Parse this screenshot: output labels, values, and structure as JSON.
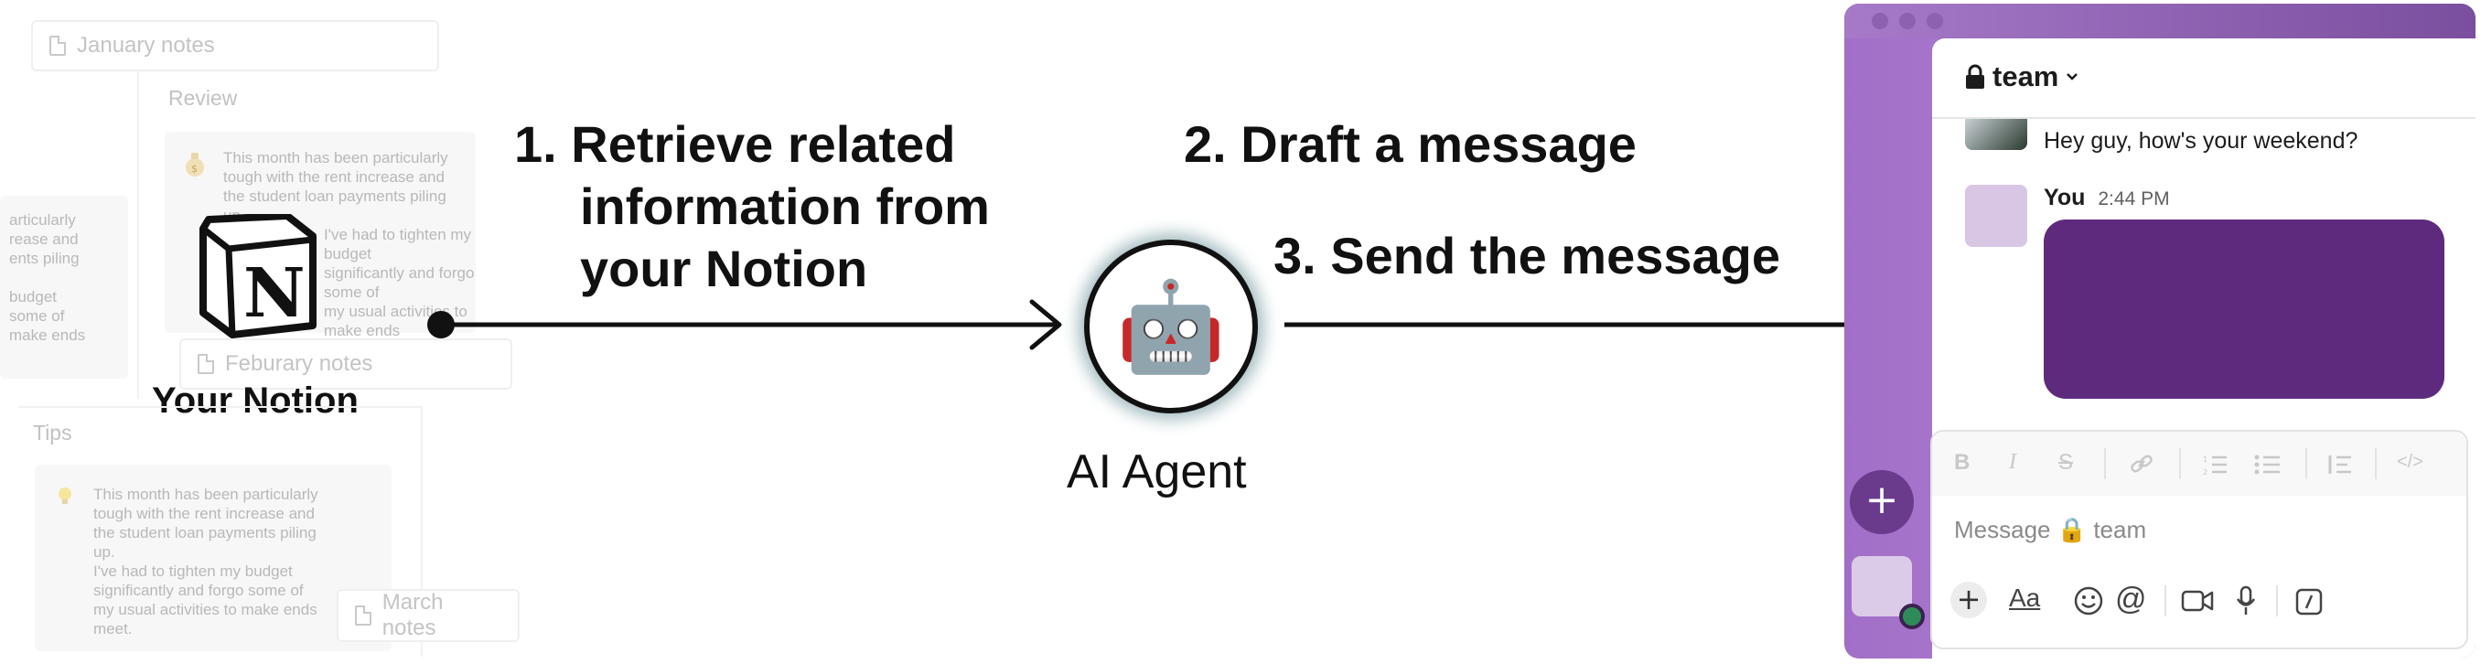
{
  "notion": {
    "note_january": "January notes",
    "note_february": "Feburary notes",
    "note_march": "March notes",
    "section_review": "Review",
    "section_tips": "Tips",
    "logo_letter": "N",
    "caption": "Your Notion",
    "snippet_right": [
      "This month has been particularly",
      "tough with the rent increase and",
      "the student loan payments piling",
      "up.",
      "I've had to tighten my budget",
      "significantly and forgo some of",
      "my usual activities to make ends"
    ],
    "snippet_left": [
      "articularly",
      "rease and",
      "ents piling",
      "",
      "budget",
      "some of",
      "make ends"
    ],
    "snippet_tips": [
      "This month has been particularly",
      "tough with the rent increase and",
      "the student loan payments piling",
      "up.",
      "I've had to tighten my budget",
      "significantly and forgo some of",
      "my usual activities to make ends",
      "meet."
    ]
  },
  "steps": {
    "step1_line1": "1. Retrieve related",
    "step1_line2": "information from",
    "step1_line3": "your Notion",
    "step2": "2. Draft a message",
    "step3": "3. Send the message"
  },
  "agent": {
    "caption": "AI Agent",
    "icon": "robot-emoji",
    "emoji": "🤖"
  },
  "slack": {
    "channel": "team",
    "previous_message": "Hey guy, how's your weekend?",
    "sender": "You",
    "timestamp": "2:44 PM",
    "composer_placeholder": "Message 🔒 team",
    "format_buttons": [
      "B",
      "I",
      "S",
      "link",
      "ordered-list",
      "bullet-list",
      "blockquote",
      "code"
    ],
    "add_channel": "+",
    "aa_label": "Aa",
    "at_label": "@",
    "colors": {
      "sidebar": "#b584d6",
      "draft_bubble": "#5e2a7e"
    }
  }
}
